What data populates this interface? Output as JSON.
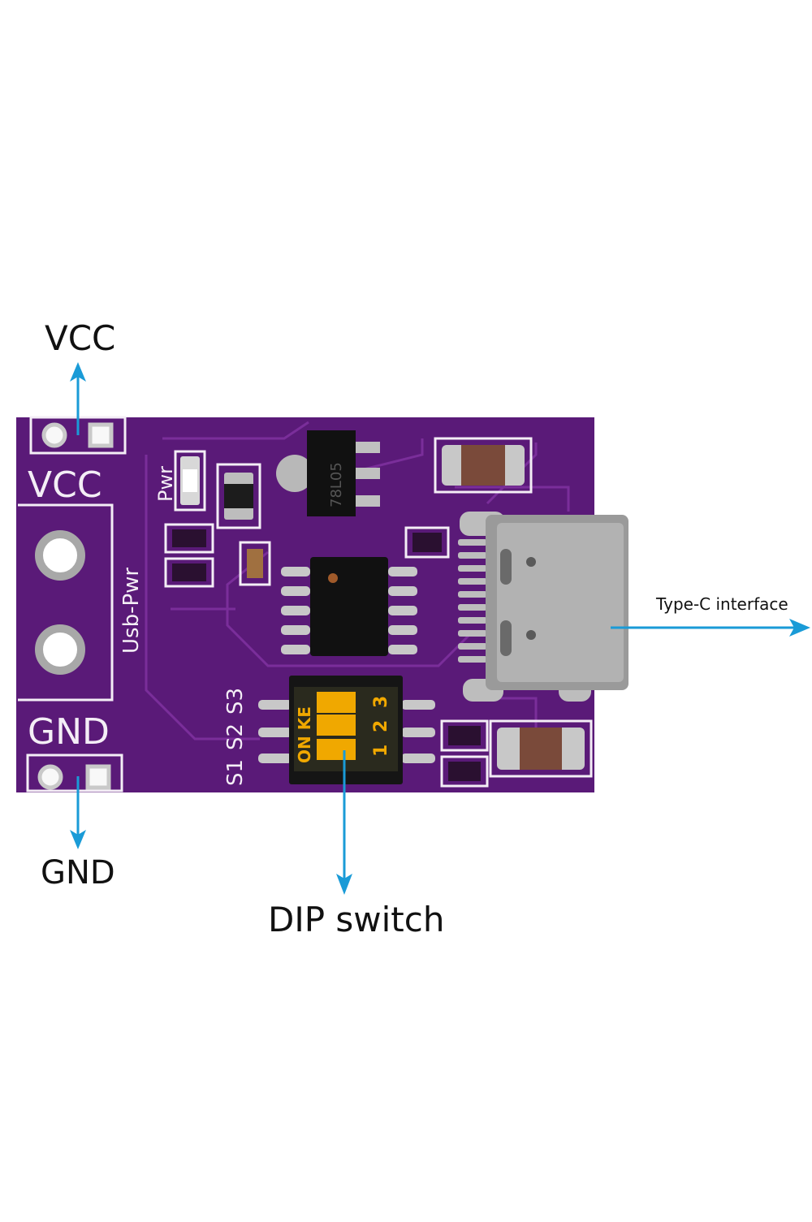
{
  "callouts": {
    "vcc": "VCC",
    "gnd": "GND",
    "dip_switch": "DIP switch",
    "type_c": "Type-C interface"
  },
  "silkscreen": {
    "vcc": "VCC",
    "gnd": "GND",
    "usb_pwr": "Usb-Pwr",
    "pwr": "Pwr",
    "s1": "S1",
    "s2": "S2",
    "s3": "S3",
    "on_ke": "ON KE",
    "regulator_marking": "78L05",
    "dip_1": "1",
    "dip_2": "2",
    "dip_3": "3"
  },
  "colors": {
    "pcb": "#5a1a78",
    "arrow": "#1a9bd7",
    "silk": "#f4eef6",
    "dip_body": "#f0a800"
  }
}
